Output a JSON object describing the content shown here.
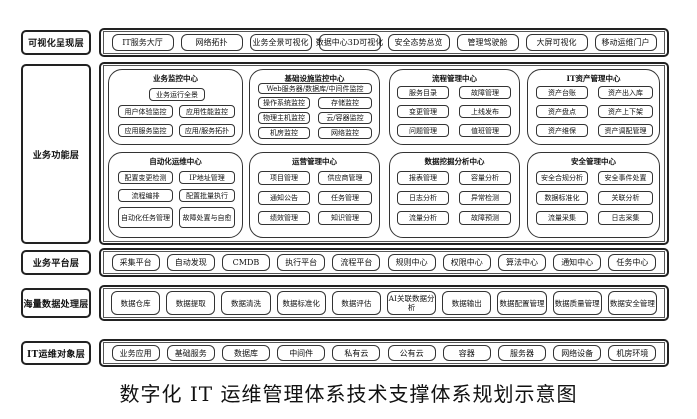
{
  "layers": {
    "visual": {
      "label": "可视化呈现层",
      "items": [
        "IT服务大厅",
        "网络拓扑",
        "业务全景可视化",
        "数据中心3D可视化",
        "安全态势总览",
        "管理驾驶舱",
        "大屏可视化",
        "移动运维门户"
      ]
    },
    "business": {
      "label": "业务功能层"
    },
    "platform": {
      "label": "业务平台层",
      "items": [
        "采集平台",
        "自动发现",
        "CMDB",
        "执行平台",
        "流程平台",
        "规则中心",
        "权限中心",
        "算法中心",
        "通知中心",
        "任务中心"
      ]
    },
    "data": {
      "label": "海量数据处理层",
      "items": [
        "数据仓库",
        "数据提取",
        "数据清洗",
        "数据标准化",
        "数据评估",
        "AI关联数据分析",
        "数据输出",
        "数据配置管理",
        "数据质量管理",
        "数据安全管理"
      ]
    },
    "objects": {
      "label": "IT运维对象层",
      "items": [
        "业务应用",
        "基础服务",
        "数据库",
        "中间件",
        "私有云",
        "公有云",
        "容器",
        "服务器",
        "网络设备",
        "机房环境"
      ]
    }
  },
  "groups": {
    "biz_monitor": {
      "title": "业务监控中心",
      "items": [
        "业务运行全景",
        "用户体验监控",
        "应用性能监控",
        "应用服务监控",
        "应用/服务拓扑"
      ]
    },
    "infra_monitor": {
      "title": "基础设施监控中心",
      "items": [
        "Web服务器/数据库/中间件监控",
        "操作系统监控",
        "存储监控",
        "物理主机监控",
        "云/容器监控",
        "机房监控",
        "网络监控"
      ]
    },
    "process": {
      "title": "流程管理中心",
      "items": [
        "服务目录",
        "故障管理",
        "变更管理",
        "上线发布",
        "问题管理",
        "值班管理"
      ]
    },
    "asset": {
      "title": "IT资产管理中心",
      "items": [
        "资产台账",
        "资产出入库",
        "资产盘点",
        "资产上下架",
        "资产维保",
        "资产调配管理"
      ]
    },
    "auto_ops": {
      "title": "自动化运维中心",
      "items": [
        "配置变更检测",
        "IP地址管理",
        "流程编排",
        "配置批量执行",
        "自动化任务管理",
        "故障处置与自愈"
      ]
    },
    "ops_manage": {
      "title": "运营管理中心",
      "items": [
        "项目管理",
        "供应商管理",
        "通知公告",
        "任务管理",
        "绩效管理",
        "知识管理"
      ]
    },
    "data_analysis": {
      "title": "数据挖掘分析中心",
      "items": [
        "报表管理",
        "容量分析",
        "日志分析",
        "异常检测",
        "流量分析",
        "故障预测"
      ]
    },
    "security": {
      "title": "安全管理中心",
      "items": [
        "安全合规分析",
        "安全事件处置",
        "数据标准化",
        "关联分析",
        "流量采集",
        "日志采集"
      ]
    }
  },
  "caption": "数字化 IT 运维管理体系技术支撑体系规划示意图"
}
